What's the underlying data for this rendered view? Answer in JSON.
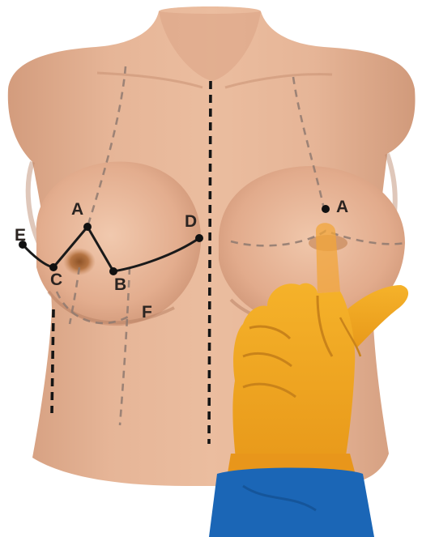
{
  "figure": {
    "description_colors": {
      "skin_light": "#e8b99a",
      "skin_mid": "#d59f80",
      "skin_shadow": "#b98366",
      "areola": "#b07245",
      "guide_line": "#8f7a70",
      "incision_line": "#1a1a1a",
      "midline": "#151515",
      "glove": "#f0a61c",
      "glove_shadow": "#c9831a",
      "sleeve": "#1b66b6"
    },
    "labels": {
      "right_breast": {
        "A": "A",
        "B": "B",
        "C": "C",
        "D": "D",
        "E": "E",
        "F": "F"
      },
      "left_breast": {
        "A": "A"
      }
    }
  }
}
